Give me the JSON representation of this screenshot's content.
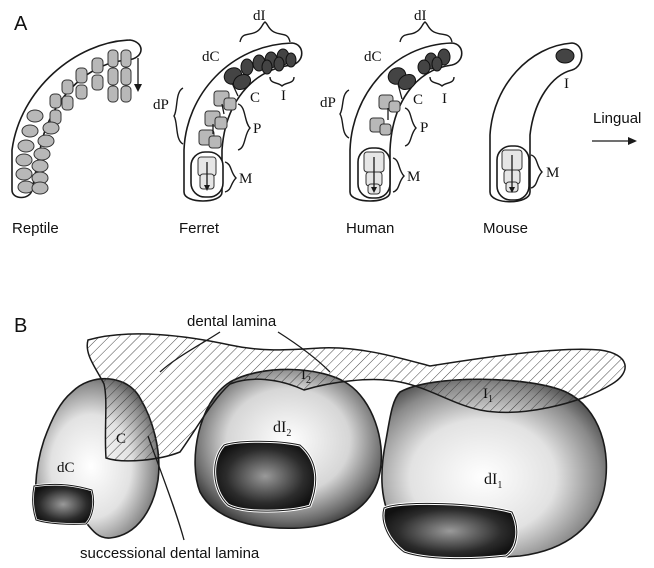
{
  "panel_a": {
    "label": "A",
    "species": [
      "Reptile",
      "Ferret",
      "Human",
      "Mouse"
    ],
    "direction_label": "Lingual",
    "ferret_labels": {
      "dI": "dI",
      "dC": "dC",
      "dP": "dP",
      "I": "I",
      "C": "C",
      "P": "P",
      "M": "M"
    },
    "human_labels": {
      "dI": "dI",
      "dC": "dC",
      "dP": "dP",
      "I": "I",
      "C": "C",
      "P": "P",
      "M": "M"
    },
    "mouse_labels": {
      "I": "I",
      "M": "M"
    }
  },
  "panel_b": {
    "label": "B",
    "dental_lamina": "dental lamina",
    "successional": "successional dental lamina",
    "dC": "dC",
    "C": "C",
    "I2_base": "I",
    "I2_sub": "2",
    "I1_base": "I",
    "I1_sub": "1",
    "dI2_base": "dI",
    "dI2_sub": "2",
    "dI1_base": "dI",
    "dI1_sub": "1"
  }
}
